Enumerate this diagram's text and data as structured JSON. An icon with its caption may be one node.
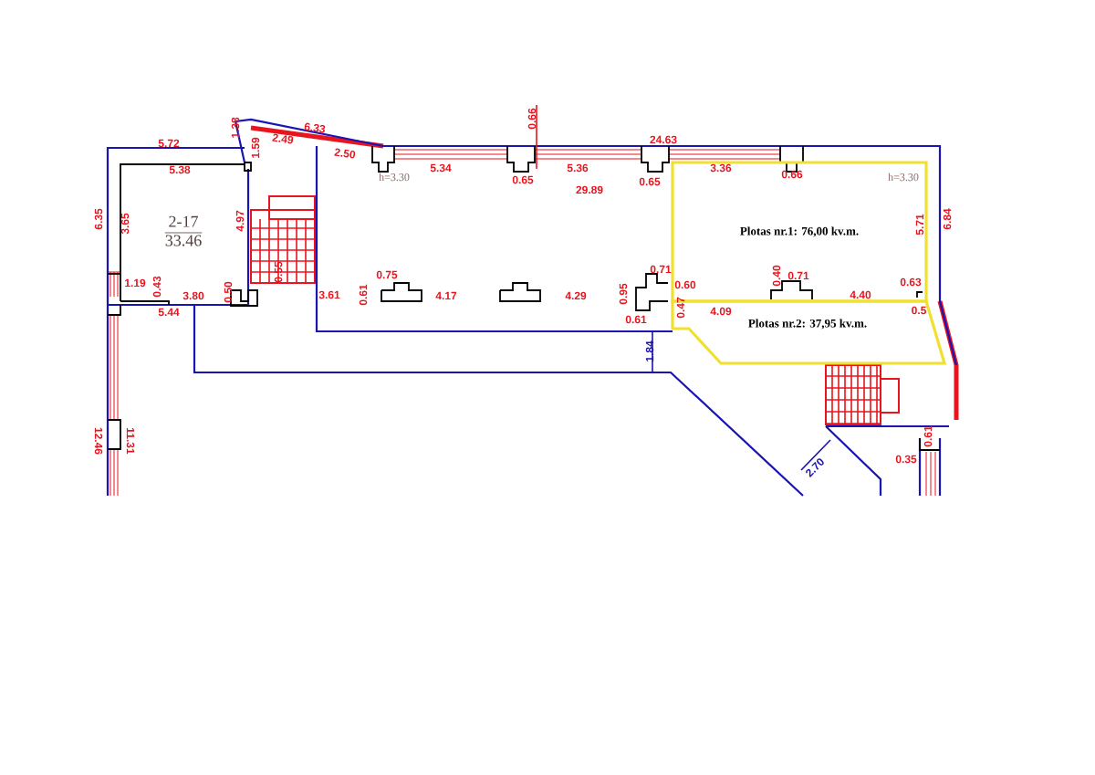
{
  "diagram": {
    "nodes": [
      {
        "text": [
          "2-17",
          "33.46"
        ]
      },
      {
        "text": [
          "Plotas nr.1: 76,00 kv.m."
        ]
      },
      {
        "text": [
          "Plotas nr.2: 37,95 kv.m."
        ]
      }
    ],
    "labels": [
      "1.38",
      "6.33",
      "5.72",
      "2.49",
      "0.66",
      "1.59",
      "24.63",
      "2.50",
      "5.38",
      "h=3.30",
      "5.34",
      "0.65",
      "5.36",
      "0.65",
      "3.36",
      "0.66",
      "h=3.30",
      "29.89",
      "6.35",
      "3.65",
      "4.97",
      "5.71",
      "6.84",
      "0.55",
      "0.75",
      "0.71",
      "0.40",
      "0.71",
      "1.19",
      "0.43",
      "3.80",
      "0.50",
      "3.61",
      "0.61",
      "4.17",
      "4.29",
      "0.95",
      "0.60",
      "0.47",
      "4.09",
      "4.40",
      "0.63",
      "0.61",
      "5.44",
      "0.5",
      "1.84",
      "0.61",
      "0.35",
      "2.70",
      "12.46",
      "11.31"
    ]
  }
}
